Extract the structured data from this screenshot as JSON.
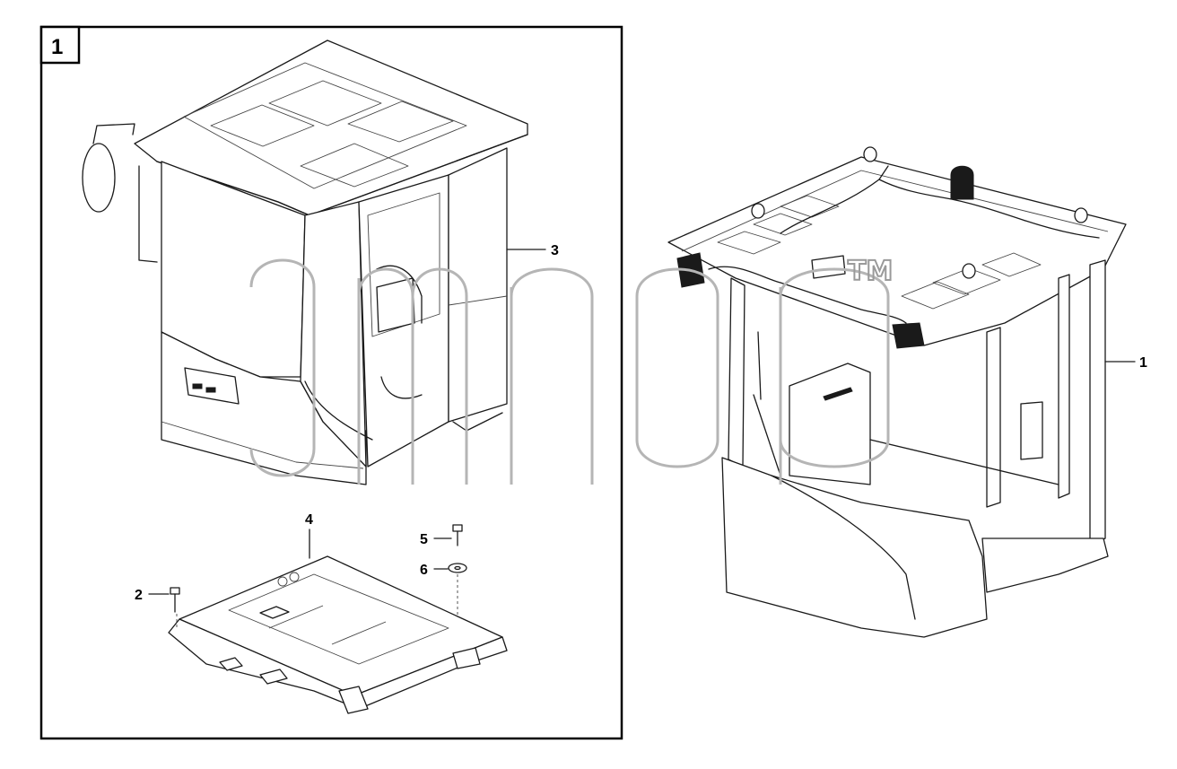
{
  "diagram": {
    "box_number": "1",
    "callouts": {
      "c1": "1",
      "c2": "2",
      "c3": "3",
      "c4": "4",
      "c5": "5",
      "c6": "6"
    },
    "watermark_tm": "TM"
  }
}
